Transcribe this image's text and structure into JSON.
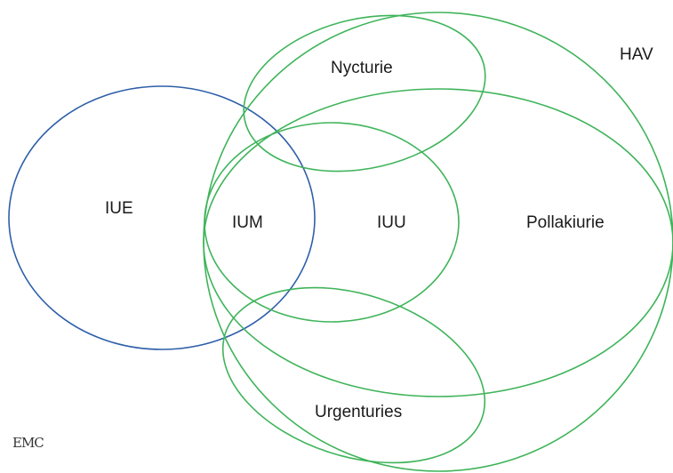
{
  "diagram": {
    "labels": {
      "hav": "HAV",
      "nycturie": "Nycturie",
      "iue": "IUE",
      "ium": "IUM",
      "iuu": "IUU",
      "pollakiurie": "Pollakiurie",
      "urgenturies": "Urgenturies"
    },
    "logo": "EMC"
  },
  "colors": {
    "green": "#3fb45a",
    "blue": "#2e5fa8",
    "text": "#1a1a1a"
  }
}
